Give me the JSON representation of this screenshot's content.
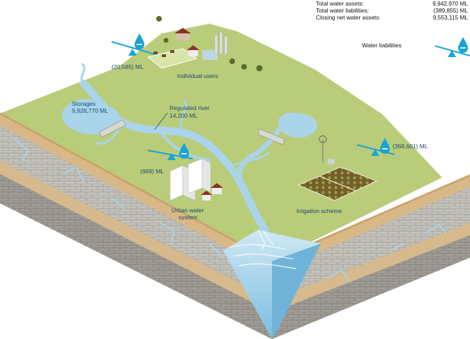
{
  "summary": {
    "rows": [
      {
        "label": "Total water assets:",
        "value": "9,942,970 ML"
      },
      {
        "label": "Total water liabilities:",
        "value": "(389,855) ML"
      },
      {
        "label": "Closing net water assets:",
        "value": "9,553,115 ML"
      }
    ]
  },
  "legend": {
    "label": "Water liabilities",
    "icon": "balance-scale-drop-icon"
  },
  "labels": {
    "individual_users": "Individual users",
    "individual_users_value": "(20,585) ML",
    "storages": "Storages",
    "storages_value": "9,928,770 ML",
    "regulated_river": "Regulated river",
    "regulated_river_value": "14,200 ML",
    "urban_value": "(669) ML",
    "urban_line1": "Urban water",
    "urban_line2": "system",
    "irrigation_value": "(368,601) ML",
    "irrigation": "Irrigation scheme"
  },
  "colors": {
    "land": "#b9cc7a",
    "water": "#a9d4ea",
    "water_dark": "#6fb4d8",
    "icon_blue": "#1aa3d6",
    "label_navy": "#1b4a6e",
    "soil_tan": "#d9b887",
    "rock_grey": "#b9b9b2",
    "rock_dark": "#8c8a84"
  }
}
